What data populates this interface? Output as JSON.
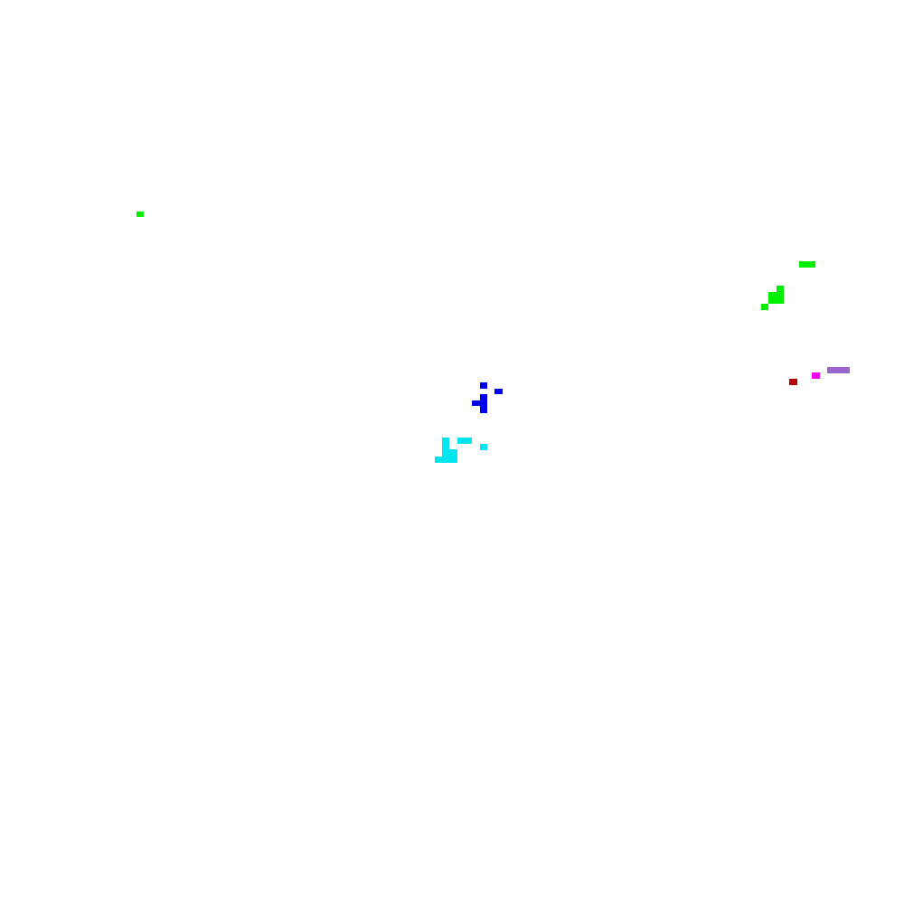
{
  "colors": {
    "background": "#ffffff",
    "green": "#00ee00",
    "blue": "#0000ee",
    "cyan": "#00e5ee",
    "purple": "#9966cc",
    "magenta": "#ee00ee",
    "dark_red": "#bb0000"
  },
  "clusters": [
    {
      "name": "green-speck-left",
      "color_key": "green"
    },
    {
      "name": "green-cluster-right",
      "color_key": "green"
    },
    {
      "name": "blue-cluster-center",
      "color_key": "blue"
    },
    {
      "name": "cyan-cluster-center",
      "color_key": "cyan"
    },
    {
      "name": "purple-bar-right",
      "color_key": "purple"
    },
    {
      "name": "magenta-speck-right",
      "color_key": "magenta"
    },
    {
      "name": "dark-red-speck-right",
      "color_key": "dark_red"
    }
  ]
}
